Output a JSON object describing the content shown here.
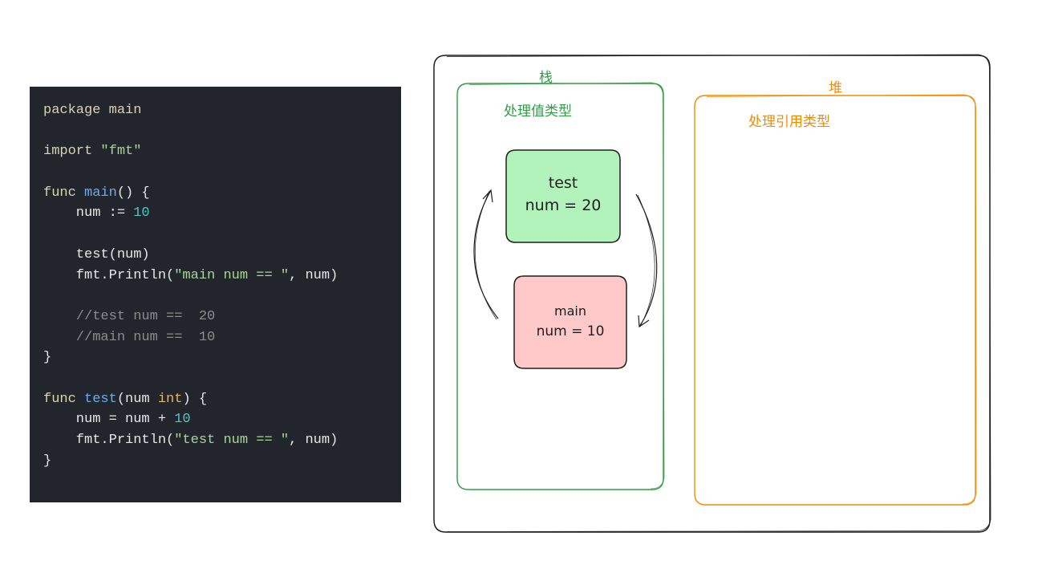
{
  "code": {
    "lines": [
      [
        {
          "t": "package",
          "c": "kw"
        },
        {
          "t": " main",
          "c": "kw"
        }
      ],
      [],
      [
        {
          "t": "import ",
          "c": "kw"
        },
        {
          "t": "\"fmt\"",
          "c": "str"
        }
      ],
      [],
      [
        {
          "t": "func ",
          "c": "kw"
        },
        {
          "t": "main",
          "c": "fn"
        },
        {
          "t": "() {",
          "c": "id"
        }
      ],
      [
        {
          "t": "    num := ",
          "c": "id"
        },
        {
          "t": "10",
          "c": "num"
        }
      ],
      [],
      [
        {
          "t": "    test(num)",
          "c": "id"
        }
      ],
      [
        {
          "t": "    fmt.Println(",
          "c": "id"
        },
        {
          "t": "\"main num == \"",
          "c": "str"
        },
        {
          "t": ", num)",
          "c": "id"
        }
      ],
      [],
      [
        {
          "t": "    //test num ==  20",
          "c": "cm"
        }
      ],
      [
        {
          "t": "    //main num ==  10",
          "c": "cm"
        }
      ],
      [
        {
          "t": "}",
          "c": "id"
        }
      ],
      [],
      [
        {
          "t": "func ",
          "c": "kw"
        },
        {
          "t": "test",
          "c": "fn"
        },
        {
          "t": "(num ",
          "c": "id"
        },
        {
          "t": "int",
          "c": "tp"
        },
        {
          "t": ") {",
          "c": "id"
        }
      ],
      [
        {
          "t": "    num = num + ",
          "c": "id"
        },
        {
          "t": "10",
          "c": "num"
        }
      ],
      [
        {
          "t": "    fmt.Println(",
          "c": "id"
        },
        {
          "t": "\"test num == \"",
          "c": "str"
        },
        {
          "t": ", num)",
          "c": "id"
        }
      ],
      [
        {
          "t": "}",
          "c": "id"
        }
      ]
    ]
  },
  "diagram": {
    "stack": {
      "title": "栈",
      "subtitle": "处理值类型",
      "color": "#2f9e44"
    },
    "heap": {
      "title": "堆",
      "subtitle": "处理引用类型",
      "color": "#f08c00"
    },
    "frames": {
      "test": {
        "name": "test",
        "value": "num = 20",
        "fill": "#b2f2bb"
      },
      "main": {
        "name": "main",
        "value": "num = 10",
        "fill": "#ffc9c9"
      }
    }
  }
}
